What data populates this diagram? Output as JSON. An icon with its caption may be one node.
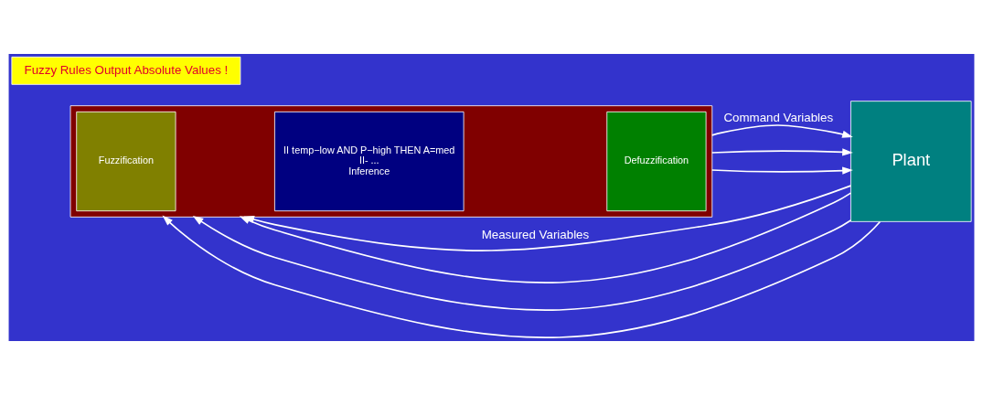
{
  "diagram": {
    "nodes": [
      {
        "text": [],
        "shape": "box"
      },
      {
        "text": [
          "Fuzzification"
        ],
        "in": 0
      },
      {
        "text": [
          "II temp−low AND P−high THEN A=med",
          "II- ...",
          "Inference"
        ],
        "in": 0
      },
      {
        "text": [
          "Defuzzification"
        ],
        "in": 0
      },
      {
        "text": [
          "Plant"
        ]
      },
      {
        "text": [
          "Fuzzy Rules Output Absolute Values !"
        ]
      }
    ],
    "edges": [
      {
        "from": 0,
        "to": 4,
        "arrow": "to",
        "label": "Command Variables"
      },
      {
        "from": 0,
        "to": 4,
        "arrow": "to"
      },
      {
        "from": 0,
        "to": 4,
        "arrow": "to"
      },
      {
        "from": 4,
        "to": 0,
        "arrow": "to",
        "label": "Measured Variables"
      },
      {
        "from": 4,
        "to": 0,
        "arrow": "to"
      },
      {
        "from": 4,
        "to": 0,
        "arrow": "to"
      },
      {
        "from": 4,
        "to": 0,
        "arrow": "to"
      }
    ]
  }
}
